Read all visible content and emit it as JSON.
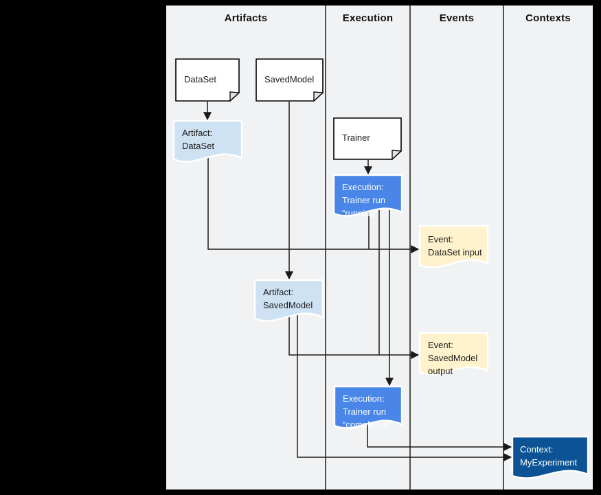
{
  "diagram": {
    "columns": [
      {
        "label": "Artifacts"
      },
      {
        "label": "Execution"
      },
      {
        "label": "Events"
      },
      {
        "label": "Contexts"
      }
    ],
    "nodes": {
      "dataset": {
        "label": "DataSet",
        "kind": "source-note"
      },
      "savedmodel": {
        "label": "SavedModel",
        "kind": "source-note"
      },
      "trainer": {
        "label": "Trainer",
        "kind": "source-note"
      },
      "artifact_dataset": {
        "label": "Artifact:\nDataSet",
        "kind": "artifact"
      },
      "execution_running": {
        "label": "Execution:\nTrainer run\n“running”",
        "kind": "execution"
      },
      "event_dataset_input": {
        "label": "Event:\nDataSet input",
        "kind": "event"
      },
      "artifact_savedmodel": {
        "label": "Artifact:\nSavedModel",
        "kind": "artifact"
      },
      "event_savedmodel_output": {
        "label": "Event:\nSavedModel\noutput",
        "kind": "event"
      },
      "execution_completed": {
        "label": "Execution:\nTrainer run\n“completed”",
        "kind": "execution"
      },
      "context_myexperiment": {
        "label": "Context:\nMyExperiment",
        "kind": "context"
      }
    },
    "colors": {
      "artifact": "#cfe2f3",
      "execution": "#4a86e8",
      "event": "#fff2cc",
      "context": "#0b5394",
      "source": "#ffffff",
      "line": "#1a1a1a"
    }
  }
}
